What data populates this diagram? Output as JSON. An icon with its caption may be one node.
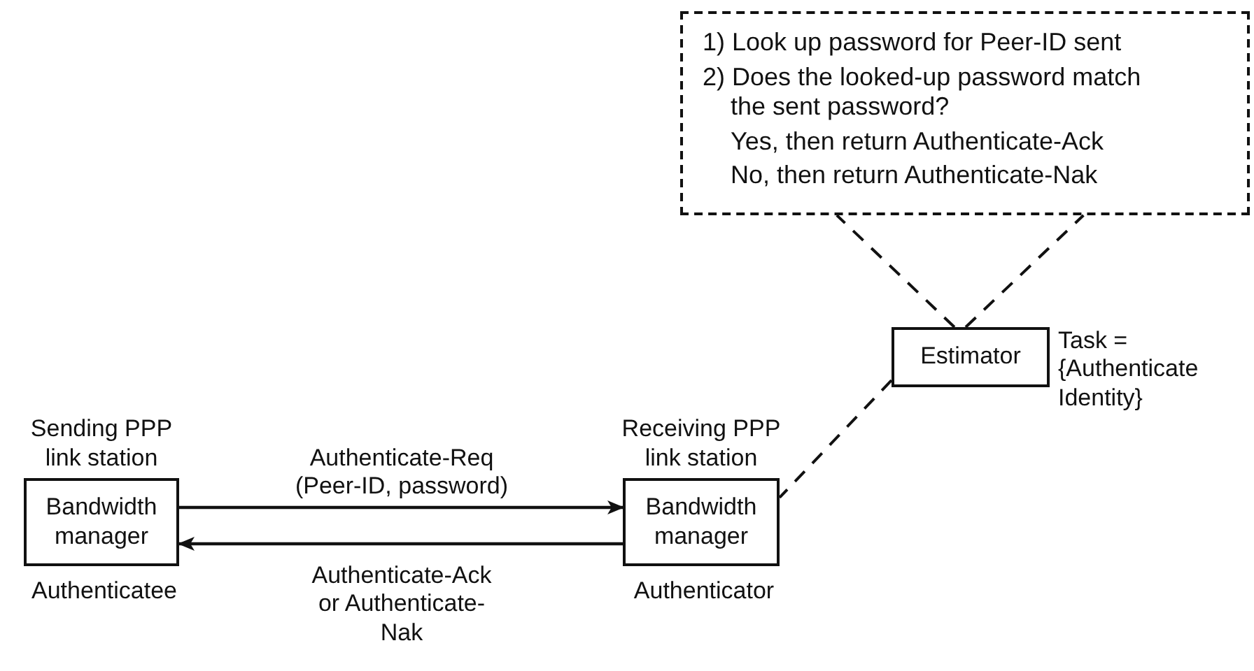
{
  "diagram": {
    "nodes": [
      {
        "text": [
          "1) Look up password for Peer-ID sent",
          "2) Does the looked-up password match the sent password?",
          "Yes, then return Authenticate-Ack",
          "No, then return Authenticate-Nak"
        ]
      },
      {
        "text": [
          "Estimator"
        ],
        "beside": [
          "Task = {Authenticate Identity}"
        ]
      },
      {
        "text": [
          "Sending PPP link station",
          "Bandwidth manager"
        ],
        "beside": [
          "Authenticatee"
        ]
      },
      {
        "text": [
          "Receiving PPP link station",
          "Bandwidth manager"
        ],
        "beside": [
          "Authenticator"
        ]
      }
    ],
    "edges": [
      {
        "from": 2,
        "to": 3,
        "arrow": "to",
        "label": "Authenticate-Req (Peer-ID, password)"
      },
      {
        "from": 3,
        "to": 2,
        "arrow": "to",
        "label": "Authenticate-Ack or Authenticate-Nak"
      },
      {
        "from": 1,
        "to": 0,
        "arrow": "none",
        "style": "dashed"
      },
      {
        "from": 1,
        "to": 0,
        "arrow": "none",
        "style": "dashed"
      },
      {
        "from": 1,
        "to": 3,
        "arrow": "none",
        "style": "dashed"
      }
    ]
  }
}
